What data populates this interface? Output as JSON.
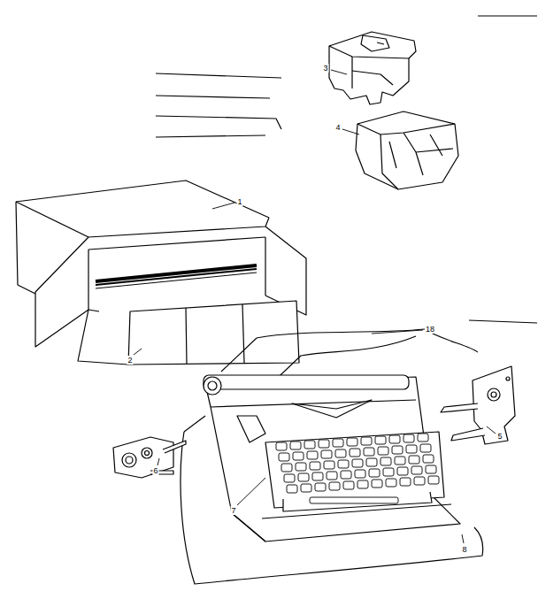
{
  "diagram": {
    "labels": [
      "3",
      "4",
      "1",
      "18",
      "5",
      "2",
      "6",
      "7",
      "8"
    ]
  }
}
